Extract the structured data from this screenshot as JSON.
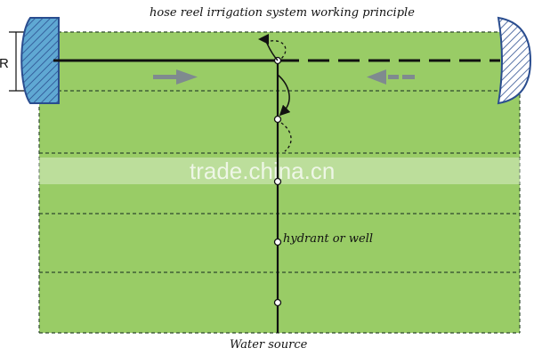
{
  "diagram": {
    "title": "hose reel irrigation system working principle",
    "radius_label": "R",
    "hydrant_label": "hydrant or well",
    "source_label": "Water source",
    "watermark": "trade.china.cn",
    "colors": {
      "field": "#99cc66",
      "field_dashes": "#2e4a2e",
      "pipe": "#111111",
      "arrow": "#7f8a8f",
      "sprinkler_left": "#5fa8d3",
      "sprinkler_right": "#ffffff",
      "sprinkler_hatch": "#2a4d8f",
      "watermark_band": "#ffffff"
    }
  }
}
